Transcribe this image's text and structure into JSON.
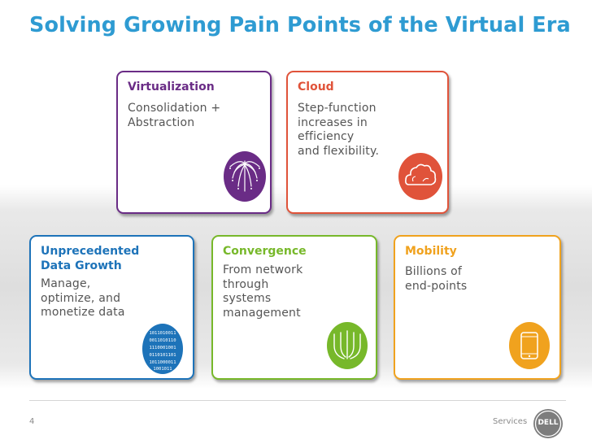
{
  "slide": {
    "title": "Solving Growing Pain Points of the Virtual Era"
  },
  "cards": {
    "virtualization": {
      "title": "Virtualization",
      "lines": [
        "Consolidation +",
        "Abstraction"
      ],
      "color": "#6a2c86",
      "icon": "fountain-icon"
    },
    "cloud": {
      "title": "Cloud",
      "lines": [
        "Step-function",
        "increases in",
        "efficiency",
        "and flexibility."
      ],
      "color": "#e0533a",
      "icon": "cloud-icon"
    },
    "data_growth": {
      "title_lines": [
        "Unprecedented",
        "Data Growth"
      ],
      "lines": [
        "Manage,",
        "optimize, and",
        "monetize data"
      ],
      "color": "#1d73b9",
      "icon": "binary-data-icon",
      "binary_rows": [
        "1011010011",
        "0011010110",
        "1110001001",
        "0110101101",
        "1011000011",
        "1001011"
      ]
    },
    "convergence": {
      "title": "Convergence",
      "lines": [
        "From network",
        "through",
        "systems",
        "management"
      ],
      "color": "#77b82a",
      "icon": "converging-lines-icon"
    },
    "mobility": {
      "title": "Mobility",
      "lines": [
        "Billions of",
        "end-points"
      ],
      "color": "#f0a21e",
      "icon": "tablet-icon"
    }
  },
  "footer": {
    "page_number": "4",
    "brand_label": "Services",
    "logo_text": "DELL",
    "logo_color": "#7d7d7d"
  }
}
